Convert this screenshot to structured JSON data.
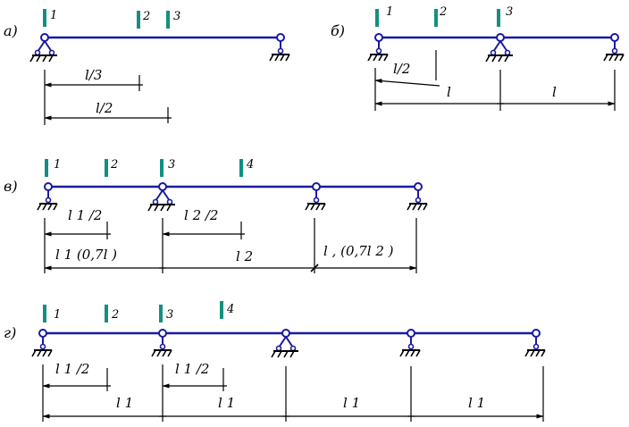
{
  "panels": [
    {
      "key": "a",
      "label": "а)",
      "sections": [
        "1",
        "2",
        "3"
      ],
      "dims": [
        "l/3",
        "l/2"
      ]
    },
    {
      "key": "b",
      "label": "б)",
      "sections": [
        "1",
        "2",
        "3"
      ],
      "dims": [
        "l/2",
        "l",
        "l"
      ]
    },
    {
      "key": "v",
      "label": "в)",
      "sections": [
        "1",
        "2",
        "3",
        "4"
      ],
      "dims": [
        "l 1 /2",
        "l 2 /2",
        "l 1 (0,7l )",
        "l 2",
        "l , (0,7l 2 )"
      ]
    },
    {
      "key": "g",
      "label": "г)",
      "sections": [
        "1",
        "2",
        "3",
        "4"
      ],
      "dims": [
        "l 1 /2",
        "l 1 /2",
        "l 1",
        "l 1",
        "l 1",
        "l 1"
      ]
    }
  ],
  "colors": {
    "beam": "#1a1aa0",
    "section_mark": "#148f7f",
    "dimension": "#000000"
  }
}
